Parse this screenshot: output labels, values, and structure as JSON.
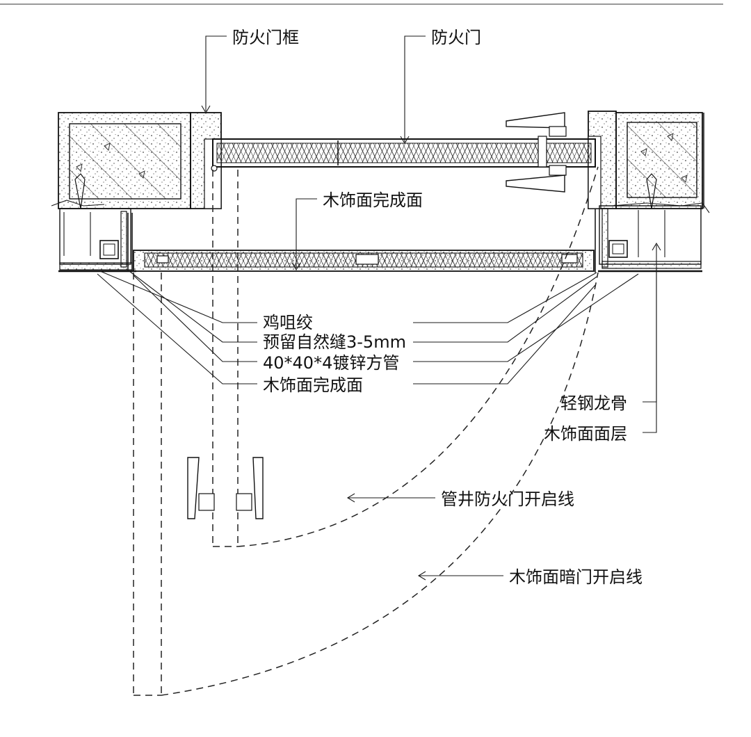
{
  "labels": {
    "fire_door_frame": "防火门框",
    "fire_door": "防火门",
    "wood_finish_surface_top": "木饰面完成面",
    "mortise_tenon": "鸡咀绞",
    "natural_gap": "预留自然缝3-5mm",
    "square_tube": "40*40*4镀锌方管",
    "wood_finish_surface": "木饰面完成面",
    "light_steel_keel": "轻钢龙骨",
    "wood_finish_layer": "木饰面面层",
    "shaft_door_opening_line": "管井防火门开启线",
    "hidden_door_opening_line": "木饰面暗门开启线"
  }
}
